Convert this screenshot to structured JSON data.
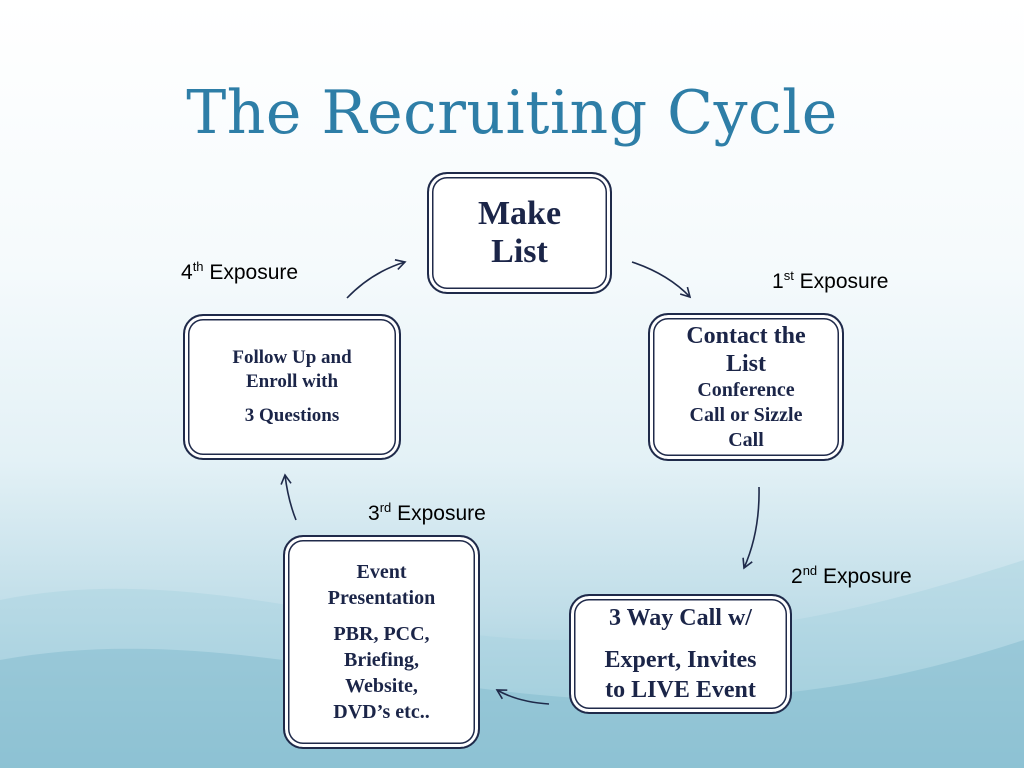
{
  "title": "The Recruiting Cycle",
  "nodes": {
    "make_list": {
      "line1": "Make",
      "line2": "List"
    },
    "contact_list": {
      "line1": "Contact the",
      "line2": "List",
      "sub1": "Conference",
      "sub2": "Call or Sizzle",
      "sub3": "Call"
    },
    "three_way_call": {
      "line1": "3 Way Call w/",
      "line2": "Expert, Invites",
      "line3": "to LIVE Event"
    },
    "event_presentation": {
      "line1": "Event",
      "line2": "Presentation",
      "line3": "PBR, PCC,",
      "line4": "Briefing,",
      "line5": "Website,",
      "line6": "DVD’s etc.."
    },
    "follow_up": {
      "line1": "Follow Up and",
      "line2": "Enroll with",
      "line3": "3 Questions"
    }
  },
  "exposures": {
    "first": {
      "num": "1",
      "suffix": "st",
      "label": "Exposure"
    },
    "second": {
      "num": "2",
      "suffix": "nd",
      "label": "Exposure"
    },
    "third": {
      "num": "3",
      "suffix": "rd",
      "label": "Exposure"
    },
    "fourth": {
      "num": "4",
      "suffix": "th",
      "label": "Exposure"
    }
  },
  "colors": {
    "title": "#2e7ea7",
    "box_text": "#1b2548",
    "border": "#1f2a4a",
    "arrow": "#1f2a4a"
  }
}
